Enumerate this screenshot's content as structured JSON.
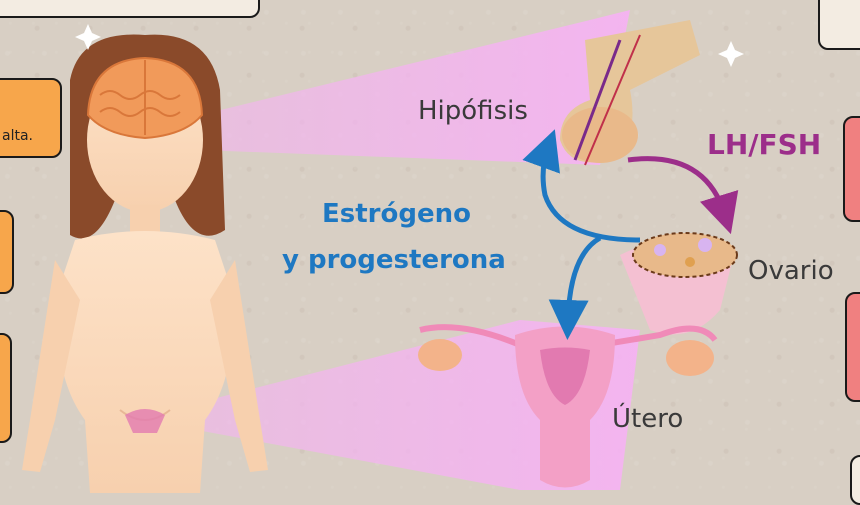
{
  "labels": {
    "hipofisis": "Hipófisis",
    "lh_fsh": "LH/FSH",
    "estrogeno_line1": "Estrógeno",
    "estrogeno_line2": "y progesterona",
    "ovario": "Ovario",
    "utero": "Útero"
  },
  "side_notes": {
    "left_top_fragment": "alta."
  },
  "colors": {
    "background": "#d8cfc4",
    "beam": "#f3a8f0",
    "hormone_blue": "#1e78c2",
    "lh_fsh_purple": "#9c2e8a",
    "note_orange": "#f7a64b",
    "note_red": "#f08080"
  },
  "icons": [
    "star-sparkle",
    "star-sparkle"
  ]
}
